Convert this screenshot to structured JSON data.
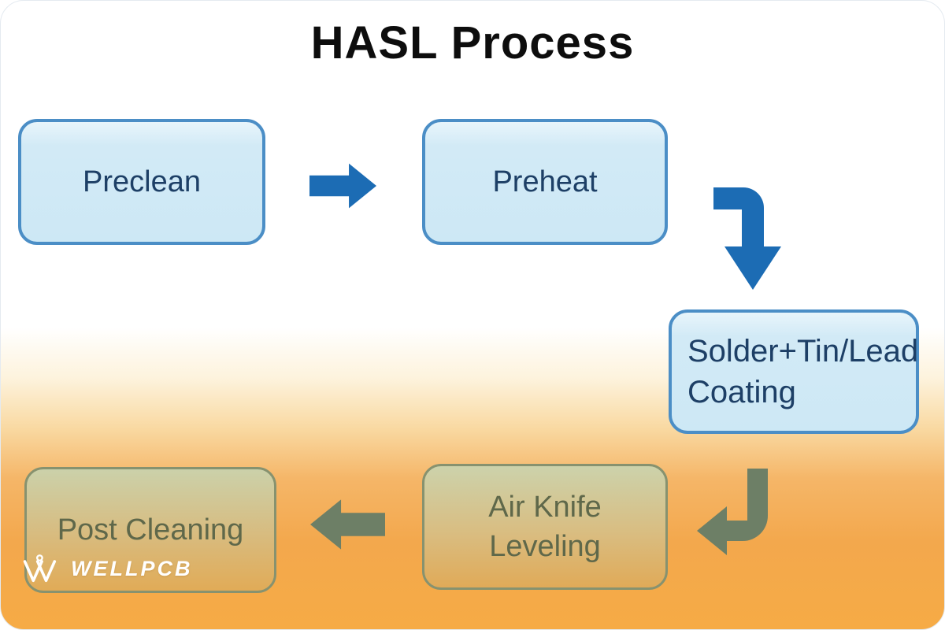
{
  "title": "HASL Process",
  "flowchart": {
    "nodes": [
      {
        "id": "preclean",
        "label": "Preclean"
      },
      {
        "id": "preheat",
        "label": "Preheat"
      },
      {
        "id": "solder-coating",
        "label": "Solder+Tin/Lead Coating",
        "line1": "Solder+Tin/Lead",
        "line2": "Coating"
      },
      {
        "id": "air-knife-leveling",
        "label": "Air Knife Leveling",
        "line1": "Air Knife",
        "line2": "Leveling"
      },
      {
        "id": "post-cleaning",
        "label": "Post Cleaning"
      }
    ],
    "edges": [
      {
        "from": "Preclean",
        "to": "Preheat",
        "direction": "right"
      },
      {
        "from": "Preheat",
        "to": "Solder+Tin/Lead Coating",
        "direction": "down"
      },
      {
        "from": "Solder+Tin/Lead Coating",
        "to": "Air Knife Leveling",
        "direction": "down-left"
      },
      {
        "from": "Air Knife Leveling",
        "to": "Post Cleaning",
        "direction": "left"
      }
    ]
  },
  "watermark": {
    "brand": "WELLPCB"
  },
  "colors": {
    "arrow_blue": "#1c6cb4",
    "arrow_olive": "#6d7f66",
    "box_blue_fill": "#cde8f5",
    "box_blue_border": "#4b8ec6",
    "box_blue_text": "#1d3f66",
    "box_olive_border": "#87926f",
    "box_olive_text": "#5f684a",
    "background_orange": "#f6ab45",
    "title_color": "#0d0d0d",
    "watermark_color": "#ffffff"
  }
}
